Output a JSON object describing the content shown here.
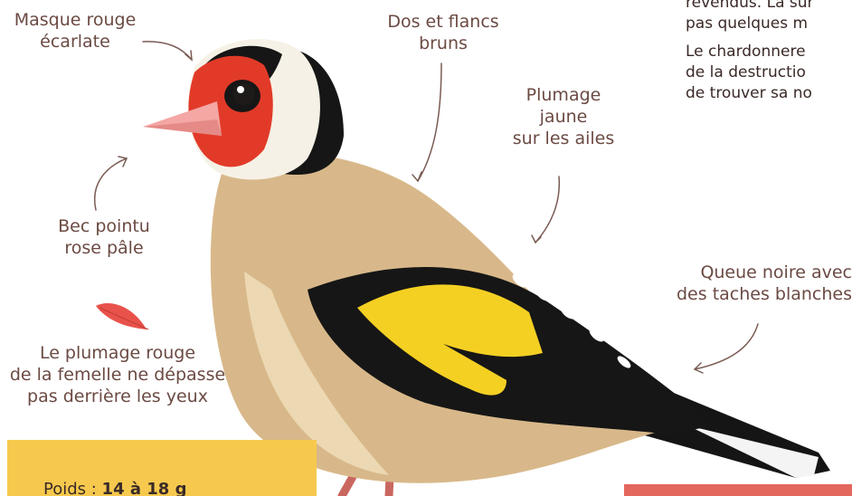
{
  "labels": {
    "masque": [
      "Masque rouge",
      "écarlate"
    ],
    "dos": [
      "Dos et flancs",
      "bruns"
    ],
    "plumage": [
      "Plumage",
      "jaune",
      "sur les ailes"
    ],
    "bec": [
      "Bec pointu",
      "rose pâle"
    ],
    "queue": [
      "Queue noire avec",
      "des taches blanches"
    ],
    "femelle": [
      "Le plumage rouge",
      "de la femelle ne dépasse",
      "pas derrière les yeux"
    ]
  },
  "right_text": {
    "lines": [
      "revendus. La sur",
      "pas quelques m",
      "Le chardonnere",
      "de la destructio",
      "de trouver sa no"
    ]
  },
  "info": {
    "poids_label": "Poids : ",
    "poids_value": "14 à 18 g"
  },
  "colors": {
    "label_text": "#6b4a43",
    "yellow_box": "#f6c94e",
    "red_box": "#e4675d",
    "feather": "#e8524a"
  },
  "icons": {
    "feather": "feather-icon"
  }
}
